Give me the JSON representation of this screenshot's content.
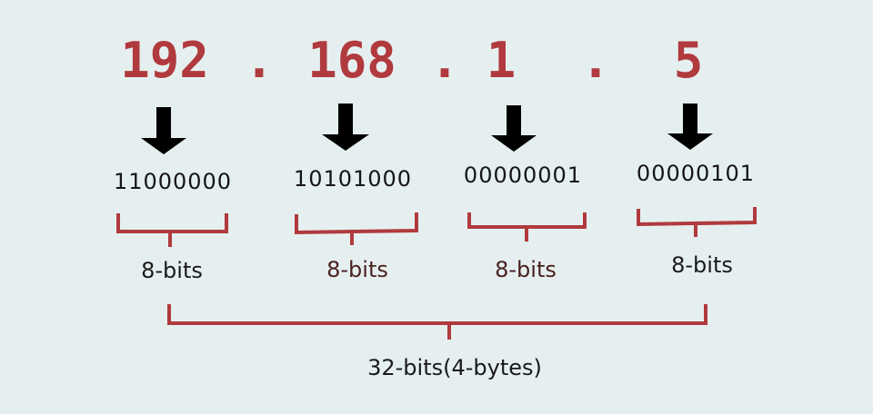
{
  "octets": [
    {
      "decimal": "192",
      "binary": "11000000",
      "bits_label": "8-bits"
    },
    {
      "decimal": "168",
      "binary": "10101000",
      "bits_label": "8-bits"
    },
    {
      "decimal": "1",
      "binary": "00000001",
      "bits_label": "8-bits"
    },
    {
      "decimal": "5",
      "binary": "00000101",
      "bits_label": "8-bits"
    }
  ],
  "separator": ".",
  "total_label": "32-bits(4-bytes)",
  "colors": {
    "background": "#e6eff0",
    "accent": "#b03a3d",
    "arrow": "#000000",
    "bits_label_dark": "#1a1a1a",
    "bits_label_brown": "#4a2020"
  }
}
